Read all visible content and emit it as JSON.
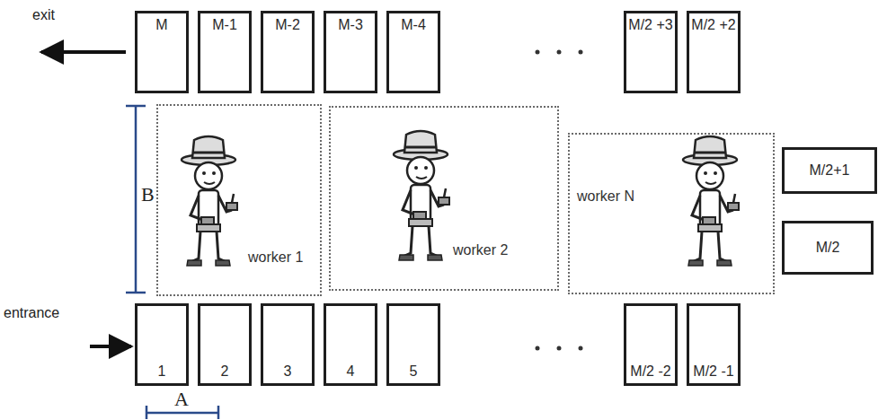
{
  "diagram": {
    "nodes": [
      {
        "text": [
          "M"
        ]
      },
      {
        "text": [
          "M-1"
        ]
      },
      {
        "text": [
          "M-2"
        ]
      },
      {
        "text": [
          "M-3"
        ]
      },
      {
        "text": [
          "M-4"
        ]
      },
      {
        "text": [
          "M/2 +3"
        ]
      },
      {
        "text": [
          "M/2 +2"
        ]
      },
      {
        "text": [
          "worker 1"
        ]
      },
      {
        "text": [
          "worker 2"
        ]
      },
      {
        "text": [
          "worker N"
        ]
      },
      {
        "text": [
          "M/2+1"
        ]
      },
      {
        "text": [
          "M/2"
        ]
      },
      {
        "text": [
          "1"
        ]
      },
      {
        "text": [
          "2"
        ]
      },
      {
        "text": [
          "3"
        ]
      },
      {
        "text": [
          "4"
        ]
      },
      {
        "text": [
          "5"
        ]
      },
      {
        "text": [
          "M/2 -2"
        ]
      },
      {
        "text": [
          "M/2 -1"
        ]
      }
    ],
    "edges": [],
    "labels": [
      "exit",
      "B",
      "entrance",
      "A"
    ]
  }
}
